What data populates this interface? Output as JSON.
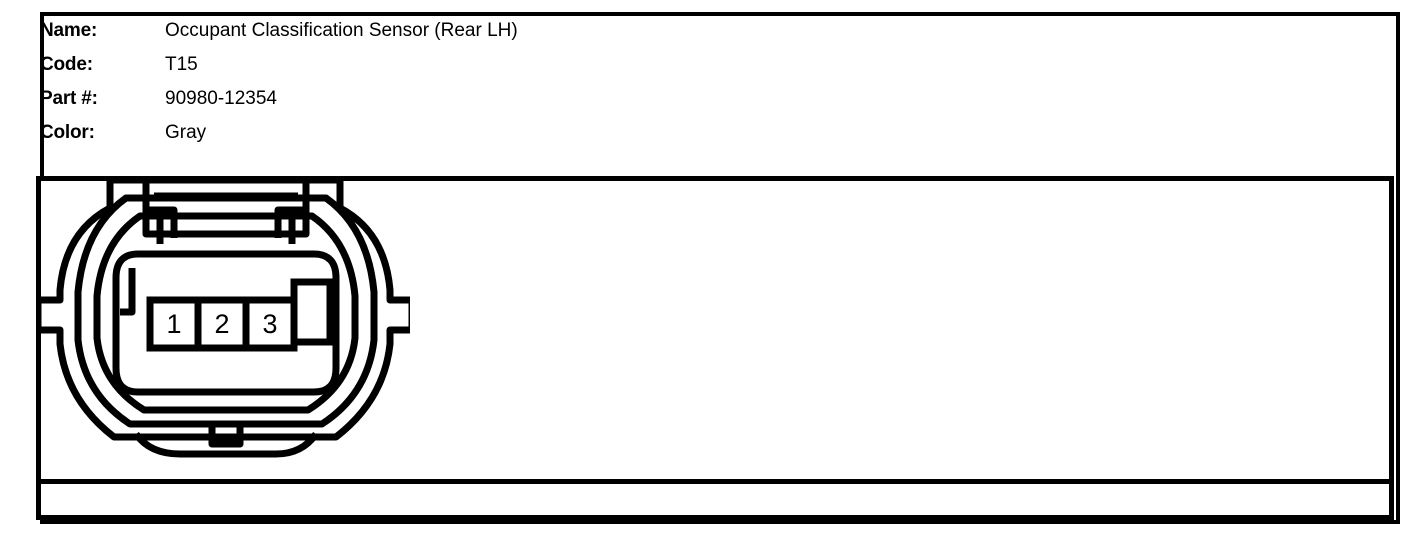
{
  "header": {
    "rows": [
      {
        "label": "Name:",
        "value": "Occupant Classification Sensor (Rear LH)"
      },
      {
        "label": "Code:",
        "value": "T15"
      },
      {
        "label": "Part #:",
        "value": "90980-12354"
      },
      {
        "label": "Color:",
        "value": "Gray"
      }
    ]
  },
  "connector": {
    "view_name": "connector-face-view",
    "pins": [
      {
        "number": "1"
      },
      {
        "number": "2"
      },
      {
        "number": "3"
      }
    ],
    "blank_cavity": true,
    "features": {
      "top_latch": "latch-bar",
      "left_lock_tab": "lock-tab-left",
      "right_lock_tab": "lock-tab-right",
      "bottom_tab": "polarizing-notch"
    }
  },
  "colors": {
    "ink": "#000000",
    "paper": "#ffffff"
  }
}
